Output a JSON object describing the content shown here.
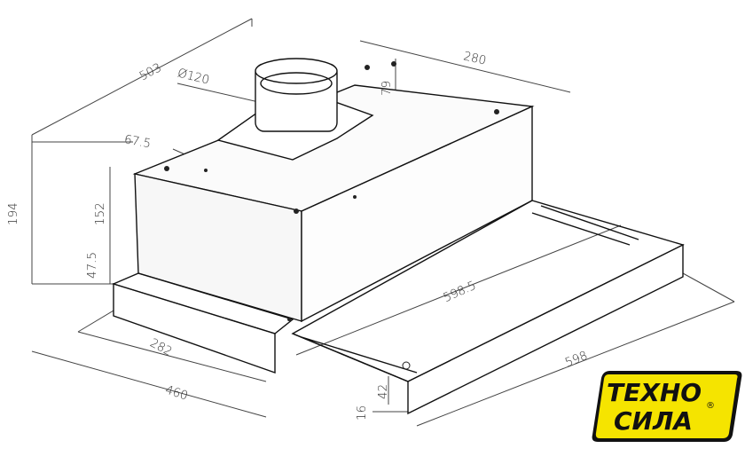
{
  "dimensions": {
    "depth": "503",
    "top_width": "280",
    "duct_diameter": "Ø120",
    "duct_height": "79",
    "offset": "67.5",
    "total_height": "194",
    "body_height": "152",
    "front_height": "47.5",
    "rail_length": "598.5",
    "front_depth": "282",
    "overall_depth": "460",
    "width": "598",
    "panel_height": "42",
    "panel_thickness": "16"
  },
  "logo": {
    "line1": "ТЕХНО",
    "line2": "СИЛА",
    "registered": "®",
    "color_bg": "#f5e400",
    "color_text": "#111111"
  }
}
